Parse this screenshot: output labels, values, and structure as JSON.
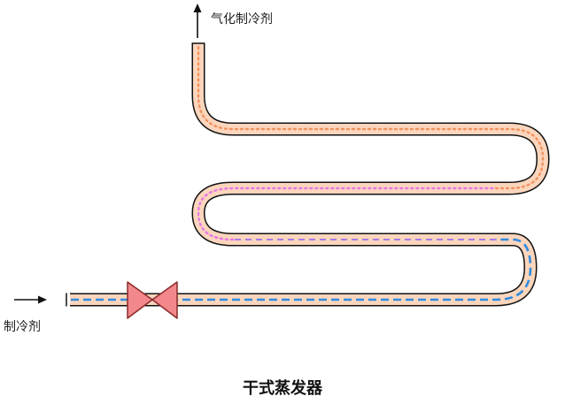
{
  "diagram": {
    "outlet_label": "气化制冷剂",
    "inlet_label": "制冷剂",
    "caption": "干式蒸发器"
  },
  "colors": {
    "tube_fill": "#fbd6bd",
    "tube_outline": "#111111",
    "valve_fill": "#f2888a",
    "valve_outline": "#8a2a2a",
    "liquid_dash": "#2f8be0",
    "mixed_dash": "#a97ce8",
    "vapor_dots_pink": "#e878e8",
    "vapor_dots_orange": "#f2925f",
    "arrow": "#111111"
  },
  "icons": {
    "valve": "expansion-valve-icon",
    "outlet_arrow": "arrow-up-icon",
    "inlet_arrow": "arrow-right-icon"
  }
}
